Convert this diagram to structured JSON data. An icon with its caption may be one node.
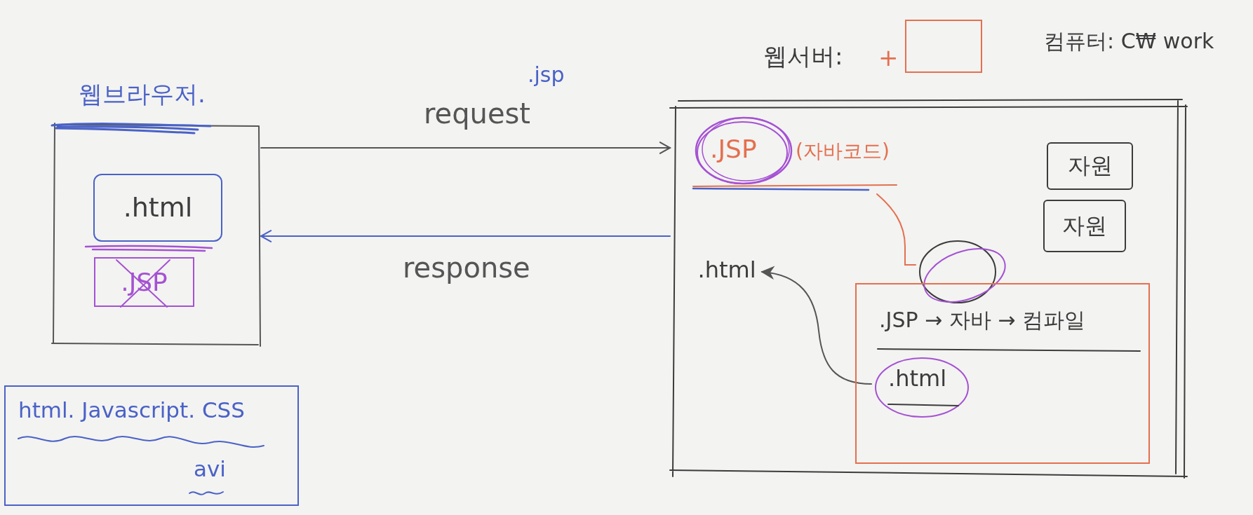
{
  "diagram": {
    "nodes": [
      {
        "text": [
          "웹브라우저."
        ]
      },
      {
        "text": [
          ".html"
        ],
        "in": 0
      },
      {
        "text": [
          ".JSP"
        ],
        "in": 0
      },
      {
        "text": [
          "html. Javascript. CSS",
          "avi"
        ]
      },
      {
        "text": [],
        "shape": "box"
      },
      {
        "text": [],
        "shape": "box"
      },
      {
        "text": [
          ".JSP",
          "(자바코드)"
        ],
        "in": 5
      },
      {
        "text": [
          "자원"
        ],
        "in": 5
      },
      {
        "text": [
          "자원"
        ],
        "in": 5
      },
      {
        "text": [
          ".html"
        ],
        "in": 5
      },
      {
        "text": [],
        "shape": "circle",
        "in": 5
      },
      {
        "text": [
          ".JSP → 자바 → 컴파일"
        ],
        "in": 5
      },
      {
        "text": [
          ".html"
        ],
        "in": 11
      }
    ],
    "edges": [
      {
        "from": 0,
        "to": 5,
        "arrow": "to",
        "label": "request"
      },
      {
        "from": 5,
        "to": 0,
        "arrow": "to",
        "label": "response",
        "color": "#4a62c6"
      },
      {
        "from": 6,
        "to": 10,
        "arrow": "none",
        "color": "#e4704e"
      },
      {
        "from": 12,
        "to": 9,
        "arrow": "to"
      }
    ],
    "labels": [
      ".jsp",
      "웹서버:",
      "+",
      "컴퓨터: C₩ work"
    ]
  }
}
